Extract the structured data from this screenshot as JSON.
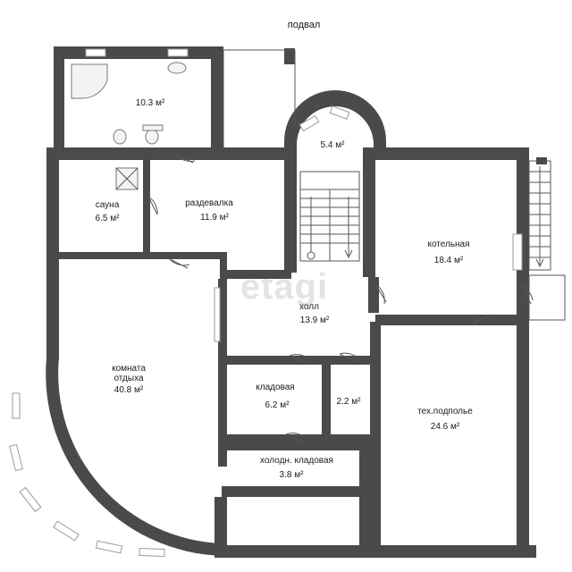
{
  "floor_title": "подвал",
  "watermark": "etagi",
  "rooms": {
    "bathroom": {
      "area": "10.3 м²"
    },
    "stair_tower": {
      "area": "5.4 м²"
    },
    "sauna": {
      "name": "сауна",
      "area": "6.5 м²"
    },
    "dressing": {
      "name": "раздевалка",
      "area": "11.9 м²"
    },
    "boiler": {
      "name": "котельная",
      "area": "18.4 м²"
    },
    "hall": {
      "name": "холл",
      "area": "13.9 м²"
    },
    "lounge": {
      "name_line1": "комната",
      "name_line2": "отдыха",
      "area": "40.8 м²"
    },
    "pantry": {
      "name": "кладовая",
      "area": "6.2 м²"
    },
    "closet": {
      "area": "2.2 м²"
    },
    "tech": {
      "name": "тех.подполье",
      "area": "24.6 м²"
    },
    "cold_pantry": {
      "name": "холодн. кладовая",
      "area": "3.8 м²"
    }
  }
}
